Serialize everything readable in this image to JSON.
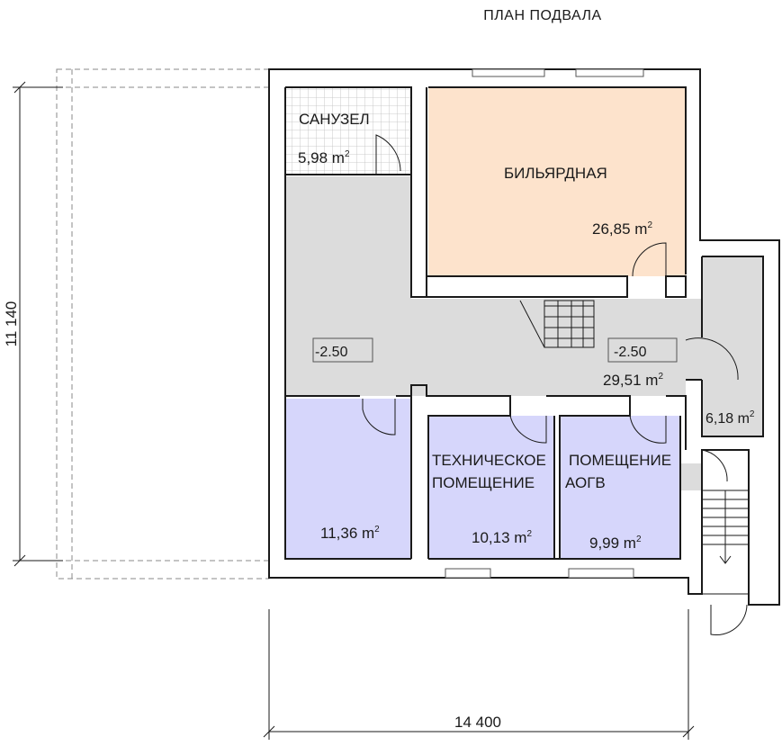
{
  "title": "ПЛАН ПОДВАЛА",
  "dimensions": {
    "width": "14 400",
    "height": "11 140"
  },
  "rooms": {
    "bathroom": {
      "name": "САНУЗЕЛ",
      "area": "5,98 m",
      "unit_sup": "2"
    },
    "billiard": {
      "name": "БИЛЬЯРДНАЯ",
      "area": "26,85 m",
      "unit_sup": "2"
    },
    "hall": {
      "area": "29,51 m",
      "unit_sup": "2"
    },
    "storage_right": {
      "area": "6,18 m",
      "unit_sup": "2"
    },
    "room_left": {
      "area": "11,36 m",
      "unit_sup": "2"
    },
    "technical": {
      "name_line1": "ТЕХНИЧЕСКОЕ",
      "name_line2": "ПОМЕЩЕНИЕ",
      "area": "10,13 m",
      "unit_sup": "2"
    },
    "aogv": {
      "name_line1": "ПОМЕЩЕНИЕ",
      "name_line2": "АОГВ",
      "area": "9,99 m",
      "unit_sup": "2"
    }
  },
  "levels": {
    "left": "-2.50",
    "right": "-2.50"
  },
  "colors": {
    "wall": "#1a1a1a",
    "hall": "#dcdcdc",
    "billiard": "#fde3cc",
    "blue_rooms": "#d6d6fb",
    "tile": "#bbbbbb"
  }
}
